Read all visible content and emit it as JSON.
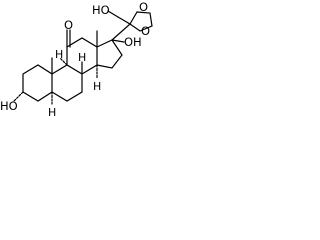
{
  "structure": {
    "atom_labels": {
      "ho_left": "HO",
      "ho_top": "HO",
      "ketone_o": "O",
      "oh_17": "OH",
      "dioxolane_o_upper": "O",
      "dioxolane_o_lower": "O"
    },
    "stereo_h_labels": [
      "H",
      "H",
      "H",
      "H"
    ],
    "colors": {
      "bond": "#000000",
      "background": "#ffffff"
    }
  }
}
